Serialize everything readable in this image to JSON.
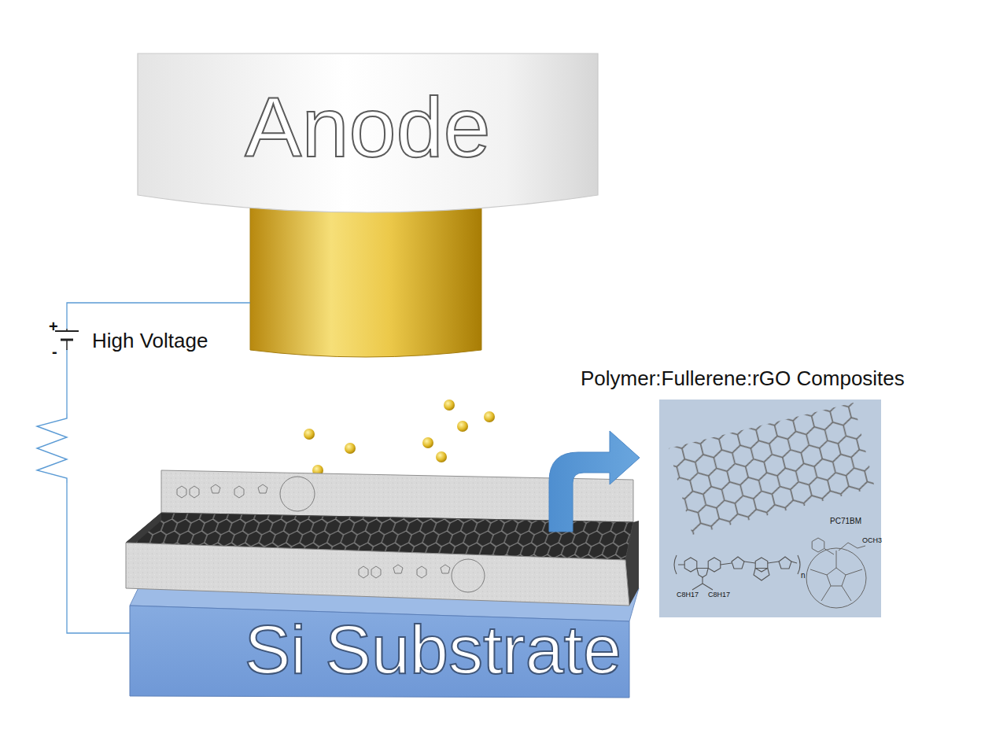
{
  "diagram": {
    "nodes": [
      {
        "text": [
          "Anode"
        ]
      },
      {
        "text": [
          "Polymer:Fullerene:rGO Composites"
        ]
      },
      {
        "text": [
          "Si Substrate"
        ]
      }
    ],
    "edges": [
      {
        "from": 0,
        "to": 2,
        "arrow": "none"
      }
    ],
    "labels": [
      "+",
      "-",
      "High Voltage",
      "PC71BM",
      "C8H17",
      "C8H17",
      "OCH3",
      "n"
    ]
  }
}
